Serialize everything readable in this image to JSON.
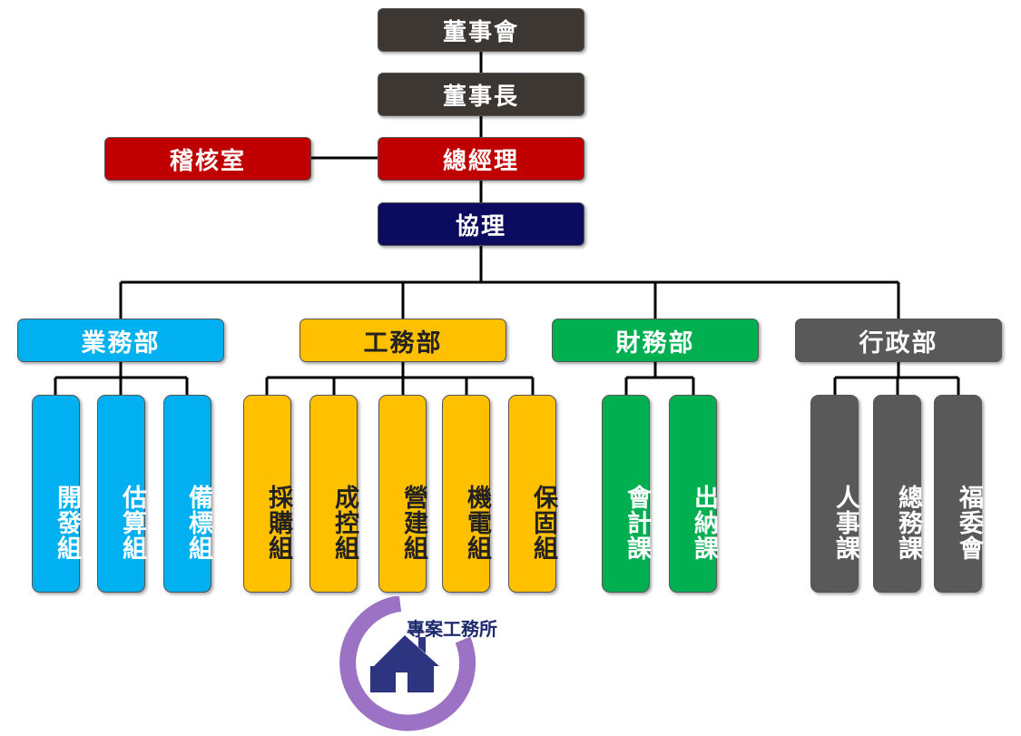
{
  "colors": {
    "board": "#3d3733",
    "audit": "#c00000",
    "vice": "#0b0b5f",
    "sales": "#00b0f0",
    "engineering": "#ffc000",
    "finance": "#00b050",
    "admin": "#595959",
    "project_ring": "#9b72c4",
    "project_house": "#2e3580",
    "line": "#000000"
  },
  "top": {
    "board": "董事會",
    "chairman": "董事長",
    "general_manager": "總經理",
    "audit_office": "稽核室",
    "vice_manager": "協理"
  },
  "departments": [
    {
      "key": "sales",
      "label": "業務部",
      "units": [
        "開發組",
        "估算組",
        "備標組"
      ]
    },
    {
      "key": "engineering",
      "label": "工務部",
      "units": [
        "採購組",
        "成控組",
        "營建組",
        "機電組",
        "保固組"
      ]
    },
    {
      "key": "finance",
      "label": "財務部",
      "units": [
        "會計課",
        "出納課"
      ]
    },
    {
      "key": "admin",
      "label": "行政部",
      "units": [
        "人事課",
        "總務課",
        "福委會"
      ]
    }
  ],
  "project_office": {
    "label": "專案工務所",
    "icon": "house-icon"
  }
}
